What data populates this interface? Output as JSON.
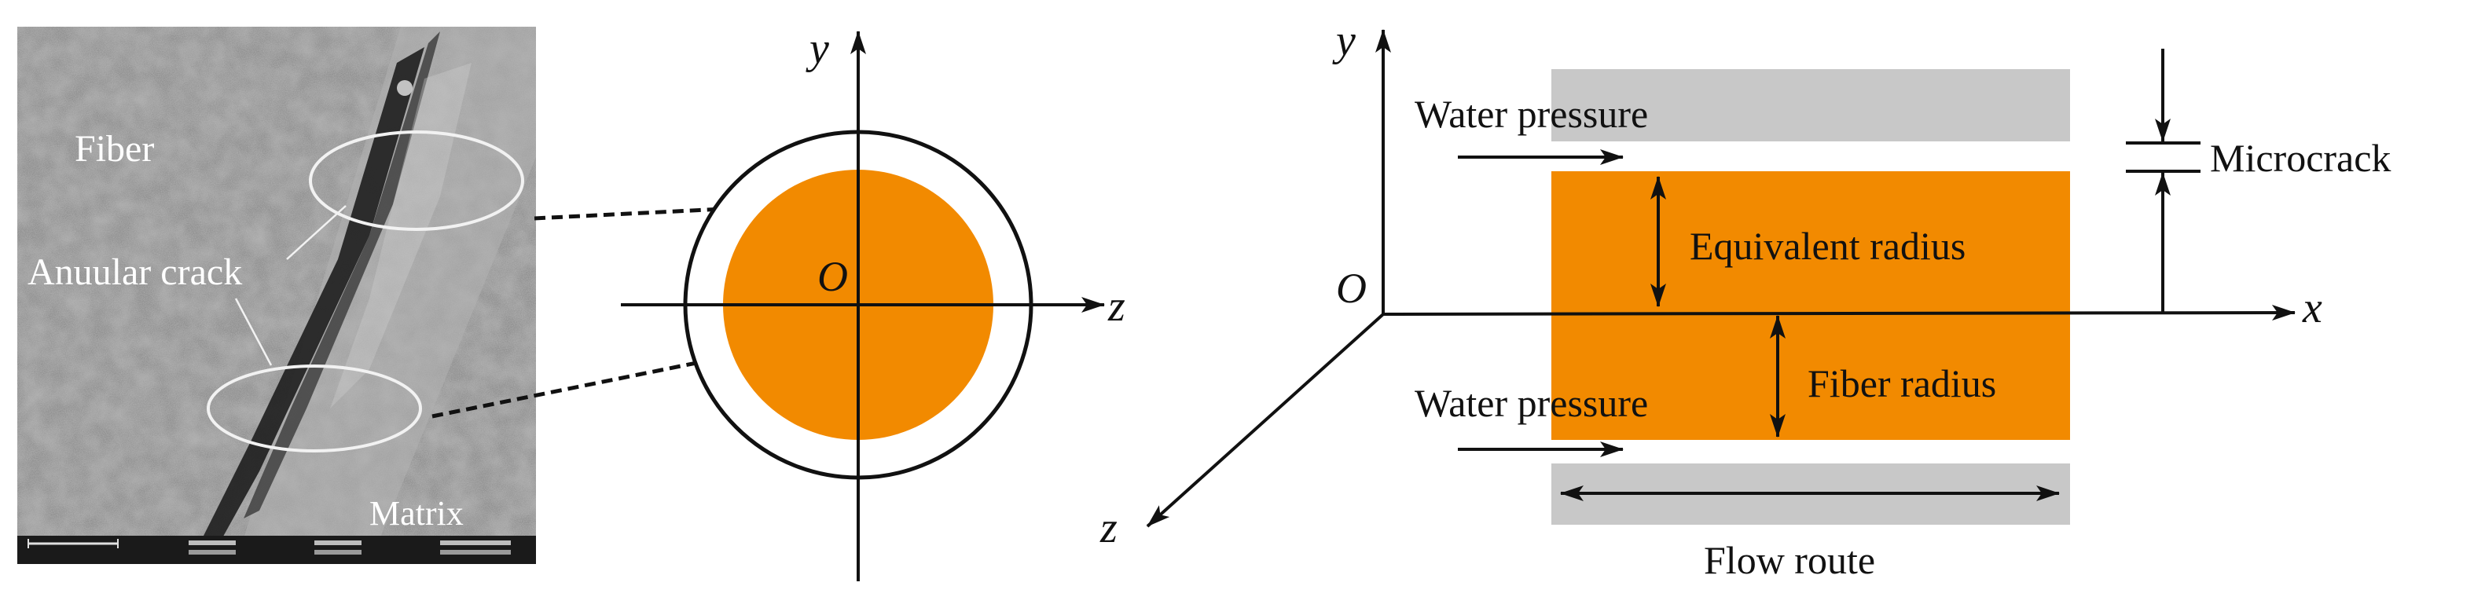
{
  "colors": {
    "fiber": "#f28a00",
    "sheath": "#c8c8c8",
    "line": "#111111",
    "sem_bg": "#7a7a7a",
    "sem_label": "#ffffff"
  },
  "sem_panel": {
    "label_fiber": "Fiber",
    "label_crack": "Anuular crack",
    "label_matrix": "Matrix"
  },
  "cross_section": {
    "axis_y": "y",
    "axis_z": "z",
    "origin": "O"
  },
  "flow_diagram": {
    "axis_x": "x",
    "axis_y": "y",
    "axis_z": "z",
    "origin": "O",
    "water_pressure_top": "Water pressure",
    "water_pressure_bottom": "Water pressure",
    "microcrack": "Microcrack",
    "equivalent_radius": "Equivalent radius",
    "fiber_radius": "Fiber radius",
    "flow_route": "Flow route"
  }
}
